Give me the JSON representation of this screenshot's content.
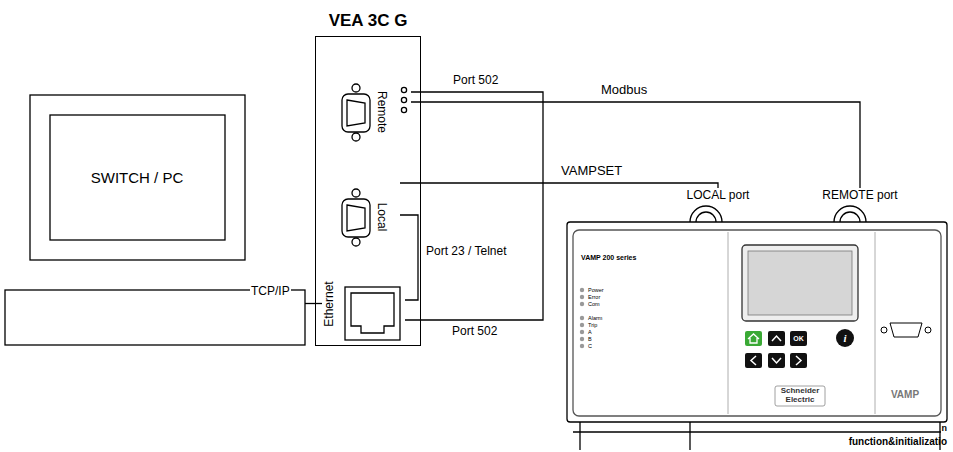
{
  "diagram": {
    "nodes": [
      {
        "text": [
          "SWITCH / PC"
        ]
      },
      {
        "text": [
          "VEA 3C G"
        ]
      },
      {
        "text": [
          "Remote"
        ],
        "in": 1
      },
      {
        "text": [
          "Local"
        ],
        "in": 1
      },
      {
        "text": [
          "Ethernet"
        ],
        "in": 1
      },
      {
        "text": [
          "VAMP 200 series",
          "Schneider Electric",
          "VAMP"
        ]
      },
      {
        "text": [
          "LOCAL port"
        ],
        "in": 5
      },
      {
        "text": [
          "REMOTE port"
        ],
        "in": 5
      }
    ],
    "edges": [
      {
        "from": 0,
        "to": 4,
        "label": "TCP/IP",
        "arrow": "none"
      },
      {
        "from": 2,
        "to": 7,
        "label": "Modbus",
        "arrow": "none"
      },
      {
        "from": 3,
        "to": 6,
        "label": "VAMPSET",
        "arrow": "none"
      },
      {
        "from": 4,
        "to": 3,
        "label": "Port 23 / Telnet",
        "arrow": "none"
      },
      {
        "from": 4,
        "to": 2,
        "label": "Port 502",
        "arrow": "none"
      }
    ],
    "labels": [
      "Port 502",
      "OK",
      "i",
      "Power",
      "Error",
      "Com",
      "Alarm",
      "Trip",
      "A",
      "B",
      "C",
      "n",
      "function&initializatio"
    ]
  }
}
